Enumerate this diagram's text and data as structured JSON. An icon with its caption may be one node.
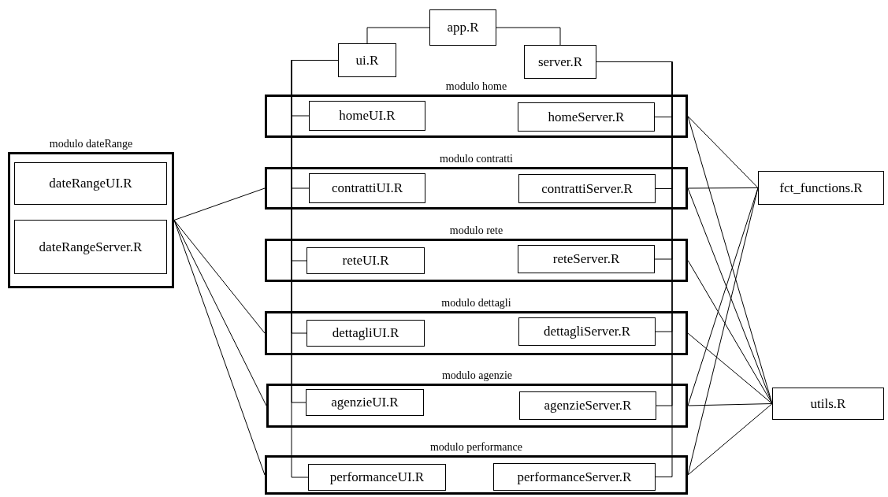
{
  "diagram": {
    "nodes": [
      {
        "text": [
          "app.R"
        ]
      },
      {
        "text": [
          "ui.R"
        ]
      },
      {
        "text": [
          "server.R"
        ]
      },
      {
        "text": [
          "modulo home"
        ]
      },
      {
        "text": [
          "homeUI.R"
        ],
        "in": 3
      },
      {
        "text": [
          "homeServer.R"
        ],
        "in": 3
      },
      {
        "text": [
          "modulo contratti"
        ]
      },
      {
        "text": [
          "contrattiUI.R"
        ],
        "in": 6
      },
      {
        "text": [
          "contrattiServer.R"
        ],
        "in": 6
      },
      {
        "text": [
          "modulo rete"
        ]
      },
      {
        "text": [
          "reteUI.R"
        ],
        "in": 9
      },
      {
        "text": [
          "reteServer.R"
        ],
        "in": 9
      },
      {
        "text": [
          "modulo dettagli"
        ]
      },
      {
        "text": [
          "dettagliUI.R"
        ],
        "in": 12
      },
      {
        "text": [
          "dettagliServer.R"
        ],
        "in": 12
      },
      {
        "text": [
          "modulo agenzie"
        ]
      },
      {
        "text": [
          "agenzieUI.R"
        ],
        "in": 15
      },
      {
        "text": [
          "agenzieServer.R"
        ],
        "in": 15
      },
      {
        "text": [
          "modulo performance"
        ]
      },
      {
        "text": [
          "performanceUI.R"
        ],
        "in": 18
      },
      {
        "text": [
          "performanceServer.R"
        ],
        "in": 18
      },
      {
        "text": [
          "modulo dateRange"
        ]
      },
      {
        "text": [
          "dateRangeUI.R"
        ],
        "in": 21
      },
      {
        "text": [
          "dateRangeServer.R"
        ],
        "in": 21
      },
      {
        "text": [
          "fct_functions.R"
        ]
      },
      {
        "text": [
          "utils.R"
        ]
      }
    ],
    "edges": [
      {
        "from": 0,
        "to": 1,
        "arrow": "none"
      },
      {
        "from": 0,
        "to": 2,
        "arrow": "none"
      },
      {
        "from": 1,
        "to": 4,
        "arrow": "none"
      },
      {
        "from": 1,
        "to": 7,
        "arrow": "none"
      },
      {
        "from": 1,
        "to": 10,
        "arrow": "none"
      },
      {
        "from": 1,
        "to": 13,
        "arrow": "none"
      },
      {
        "from": 1,
        "to": 16,
        "arrow": "none"
      },
      {
        "from": 1,
        "to": 19,
        "arrow": "none"
      },
      {
        "from": 2,
        "to": 5,
        "arrow": "none"
      },
      {
        "from": 2,
        "to": 8,
        "arrow": "none"
      },
      {
        "from": 2,
        "to": 11,
        "arrow": "none"
      },
      {
        "from": 2,
        "to": 14,
        "arrow": "none"
      },
      {
        "from": 2,
        "to": 17,
        "arrow": "none"
      },
      {
        "from": 2,
        "to": 20,
        "arrow": "none"
      },
      {
        "from": 21,
        "to": 6,
        "arrow": "none"
      },
      {
        "from": 21,
        "to": 12,
        "arrow": "none"
      },
      {
        "from": 21,
        "to": 15,
        "arrow": "none"
      },
      {
        "from": 21,
        "to": 18,
        "arrow": "none"
      },
      {
        "from": 3,
        "to": 24,
        "arrow": "none"
      },
      {
        "from": 3,
        "to": 25,
        "arrow": "none"
      },
      {
        "from": 6,
        "to": 24,
        "arrow": "none"
      },
      {
        "from": 6,
        "to": 25,
        "arrow": "none"
      },
      {
        "from": 9,
        "to": 25,
        "arrow": "none"
      },
      {
        "from": 12,
        "to": 25,
        "arrow": "none"
      },
      {
        "from": 15,
        "to": 24,
        "arrow": "none"
      },
      {
        "from": 15,
        "to": 25,
        "arrow": "none"
      },
      {
        "from": 18,
        "to": 24,
        "arrow": "none"
      },
      {
        "from": 18,
        "to": 25,
        "arrow": "none"
      }
    ]
  }
}
